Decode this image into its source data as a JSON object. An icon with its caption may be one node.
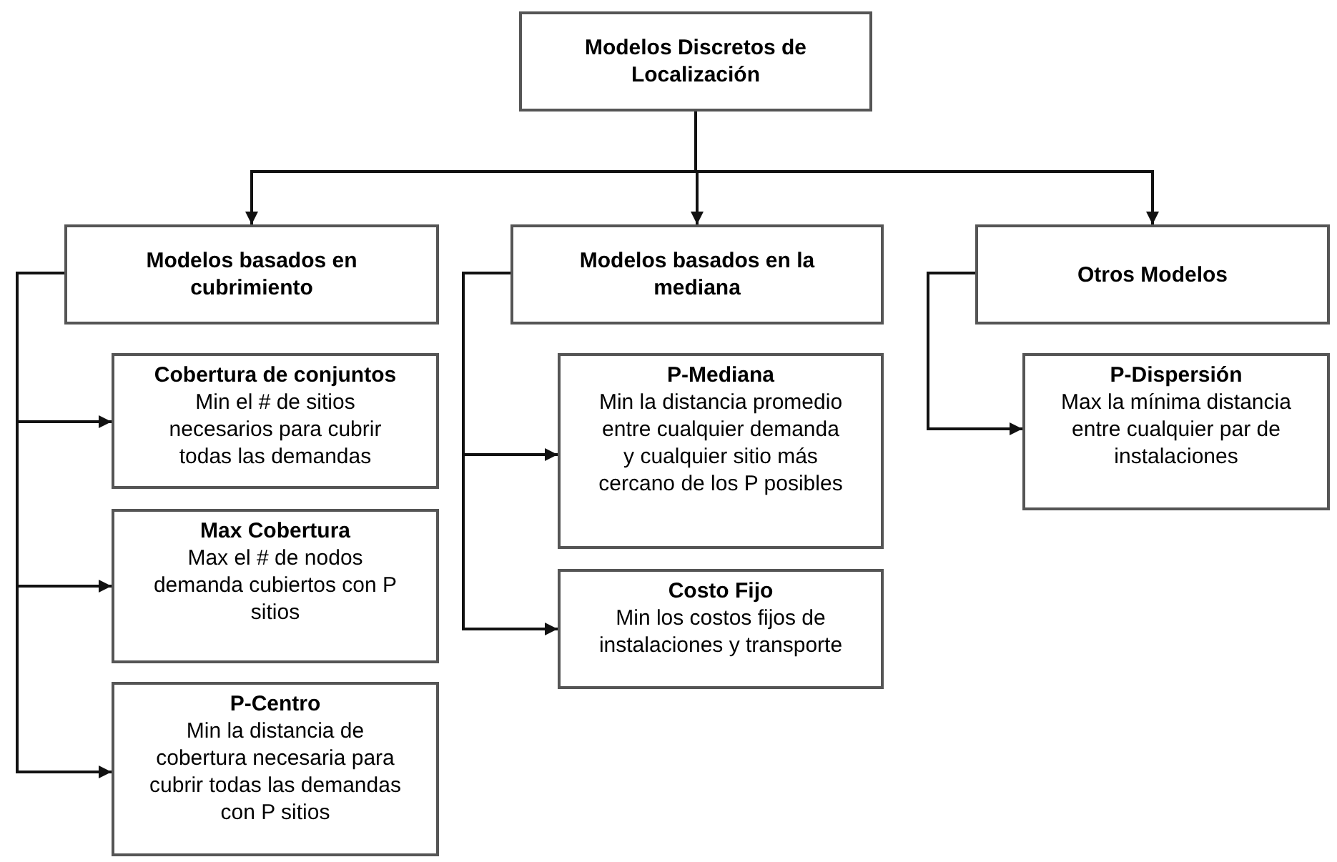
{
  "diagram": {
    "nodes": [
      {
        "text": [
          "Modelos Discretos de Localización"
        ]
      },
      {
        "text": [
          "Modelos basados en cubrimiento"
        ]
      },
      {
        "text": [
          "Modelos basados en la mediana"
        ]
      },
      {
        "text": [
          "Otros Modelos"
        ]
      },
      {
        "text": [
          "Cobertura de conjuntos",
          "Min el # de sitios necesarios para cubrir todas las demandas"
        ]
      },
      {
        "text": [
          "Max Cobertura",
          "Max el # de nodos demanda cubiertos con P sitios"
        ]
      },
      {
        "text": [
          "P-Centro",
          "Min la distancia de cobertura necesaria para cubrir todas las demandas con P sitios"
        ]
      },
      {
        "text": [
          "P-Mediana",
          "Min la distancia promedio entre cualquier demanda y cualquier sitio más cercano de los P posibles"
        ]
      },
      {
        "text": [
          "Costo Fijo",
          "Min los costos fijos de instalaciones y transporte"
        ]
      },
      {
        "text": [
          "P-Dispersión",
          "Max la mínima distancia entre cualquier par de instalaciones"
        ]
      }
    ],
    "edges": [
      {
        "from": 0,
        "to": 1,
        "arrow": "to"
      },
      {
        "from": 0,
        "to": 2,
        "arrow": "to"
      },
      {
        "from": 0,
        "to": 3,
        "arrow": "to"
      },
      {
        "from": 1,
        "to": 4,
        "arrow": "to"
      },
      {
        "from": 1,
        "to": 5,
        "arrow": "to"
      },
      {
        "from": 1,
        "to": 6,
        "arrow": "to"
      },
      {
        "from": 2,
        "to": 7,
        "arrow": "to"
      },
      {
        "from": 2,
        "to": 8,
        "arrow": "to"
      },
      {
        "from": 3,
        "to": 9,
        "arrow": "to"
      }
    ]
  }
}
